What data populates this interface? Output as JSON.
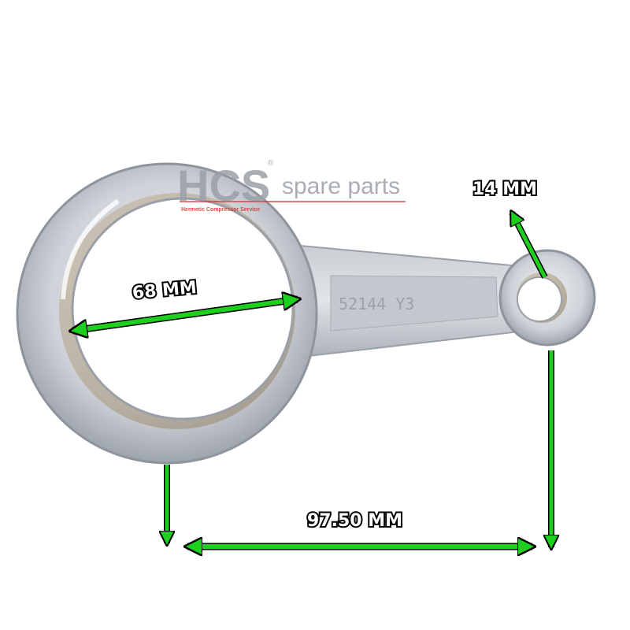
{
  "logo": {
    "brand": "HCS",
    "registered_mark": "®",
    "tagline": "spare parts",
    "subtitle": "Hermetic Compressor Service"
  },
  "part": {
    "name": "connecting rod",
    "stamp": "52144 Y3"
  },
  "dimensions": {
    "big_end": {
      "label": "68 MM"
    },
    "small_end": {
      "label": "14 MM"
    },
    "center_distance": {
      "label": "97.50 MM"
    }
  },
  "colors": {
    "background": "#ffffff",
    "metal_light": "#d9dde3",
    "metal_mid": "#b7bcc4",
    "metal_dark": "#8e949c",
    "bearing_bronze": "#b7a27f",
    "arrow_green": "#1ed01e",
    "arrow_outline": "#000000",
    "label_text": "#ffffff",
    "logo_grey": "#9aa0a8",
    "logo_red": "#d9302c"
  }
}
